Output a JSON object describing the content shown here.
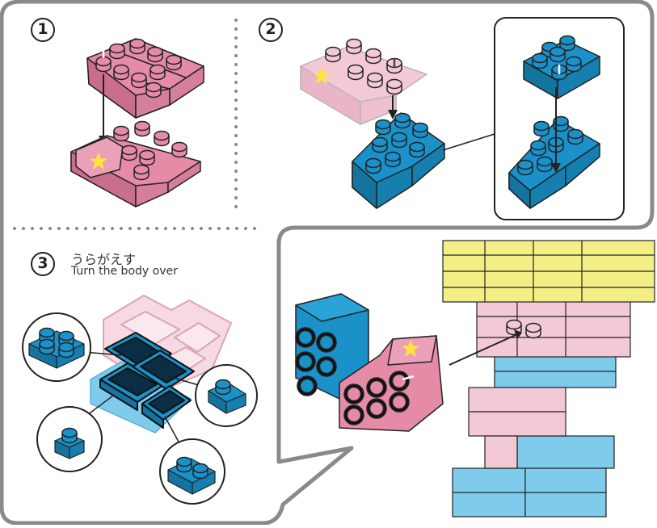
{
  "steps": [
    {
      "number": "1"
    },
    {
      "number": "2"
    },
    {
      "number": "3",
      "text_ja": "うらがえす",
      "text_en": "Turn the body over"
    }
  ],
  "colors": {
    "pink": "#e58ba6",
    "light_pink": "#f4c9d6",
    "blue": "#1a91c9",
    "light_blue": "#7fcbec",
    "yellow": "#f3ee86",
    "star": "#ffe63a",
    "frame": "#8a8a8a"
  }
}
